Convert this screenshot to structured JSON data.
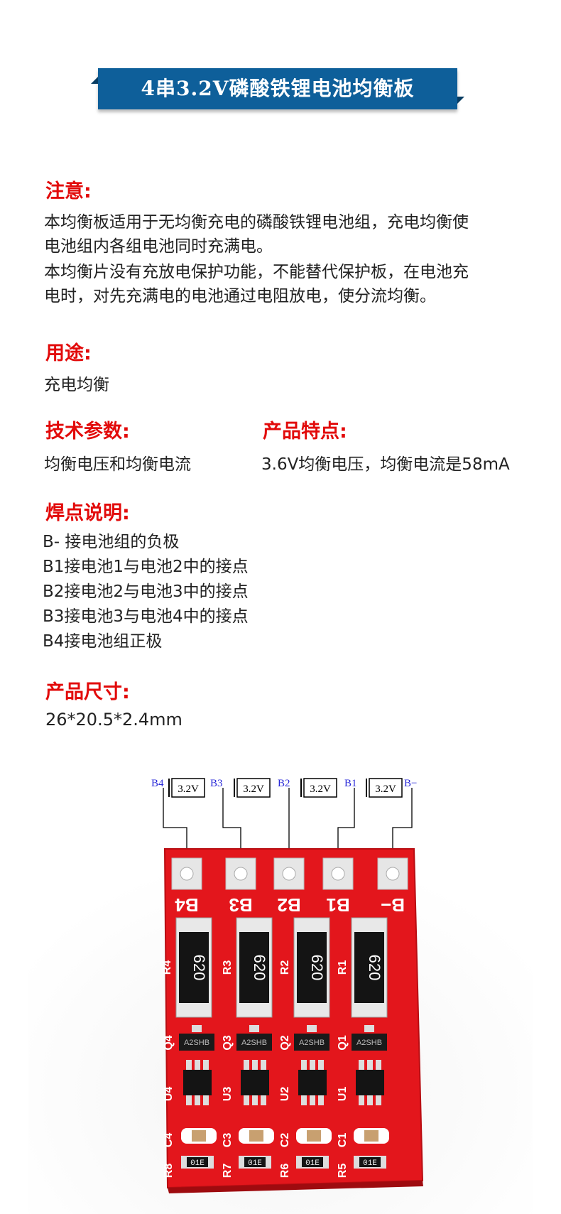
{
  "banner": {
    "title": "4串3.2V磷酸铁锂电池均衡板"
  },
  "notice": {
    "heading": "注意:",
    "line1": "本均衡板适用于无均衡充电的磷酸铁锂电池组，充电均衡使",
    "line2": "电池组内各组电池同时充满电。",
    "line3": "本均衡片没有充放电保护功能，不能替代保护板，在电池充",
    "line4": "电时，对先充满电的电池通过电阻放电，使分流均衡。"
  },
  "usage": {
    "heading": "用途:",
    "text": "充电均衡"
  },
  "specs": {
    "heading": "技术参数:",
    "text": "均衡电压和均衡电流"
  },
  "features": {
    "heading": "产品特点:",
    "text": "3.6V均衡电压，均衡电流是58mA"
  },
  "solder": {
    "heading": "焊点说明:",
    "items": [
      "B- 接电池组的负极",
      "B1接电池1与电池2中的接点",
      "B2接电池2与电池3中的接点",
      "B3接电池3与电池4中的接点",
      "B4接电池组正极"
    ]
  },
  "size": {
    "heading": "产品尺寸:",
    "text": "26*20.5*2.4mm"
  },
  "diagram": {
    "terminals": [
      "B4",
      "B3",
      "B2",
      "B1",
      "B−"
    ],
    "cells": [
      "3.2V",
      "3.2V",
      "3.2V",
      "3.2V"
    ]
  },
  "board": {
    "pads": [
      "B4",
      "B3",
      "B2",
      "B1",
      "B−"
    ],
    "resistor_refs": [
      "R4",
      "R3",
      "R2",
      "R1"
    ],
    "resistor_code": "620",
    "transistor_refs": [
      "Q4",
      "Q3",
      "Q2",
      "Q1"
    ],
    "transistor_mark": "A2SHB",
    "ic_refs": [
      "U4",
      "U3",
      "U2",
      "U1"
    ],
    "cap_refs": [
      "C4",
      "C3",
      "C2",
      "C1"
    ],
    "small_res_refs": [
      "R8",
      "R7",
      "R6",
      "R5"
    ],
    "small_res_code": "01E",
    "board_color": "#e3161c"
  }
}
